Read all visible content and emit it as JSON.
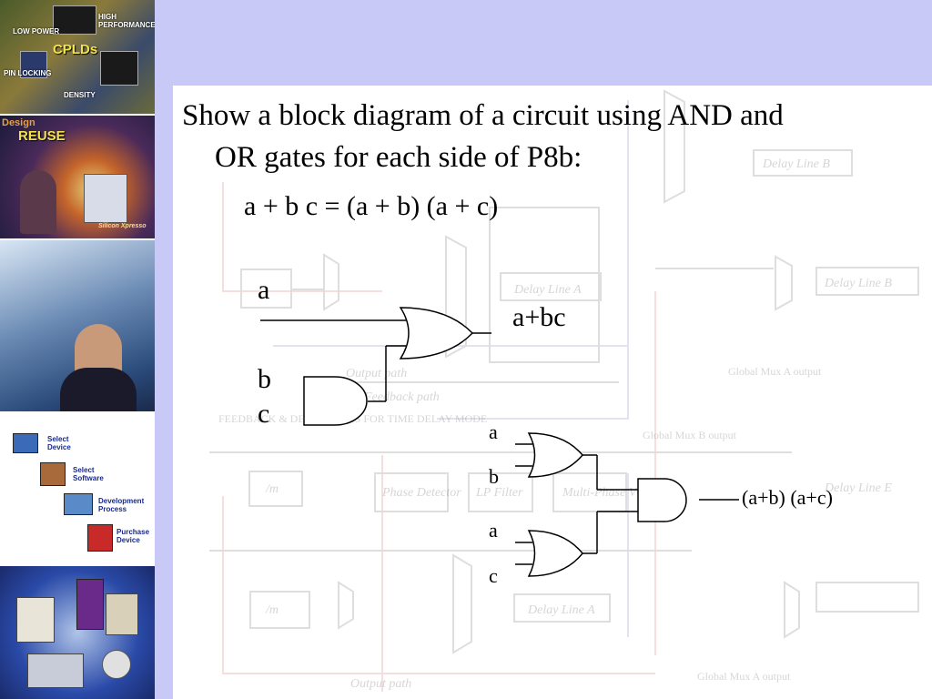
{
  "slide": {
    "title_line1": "Show a block diagram of a circuit using AND and",
    "title_line2": "OR gates for each side of  P8b:",
    "equation": "a + b c = (a + b) (a + c)"
  },
  "sidebar": {
    "panel1": {
      "low_power": "LOW POWER",
      "cplds": "CPLDs",
      "pin_locking": "PIN LOCKING",
      "density": "DENSITY",
      "high_performance": "HIGH PERFORMANCE"
    },
    "panel2": {
      "design": "Design",
      "reuse": "REUSE",
      "silicon": "Silicon Xpresso"
    },
    "panel4": {
      "step1": "Select Device",
      "step2": "Select Software",
      "step3": "Development Process",
      "step4": "Purchase Device"
    }
  },
  "diagram_left": {
    "input_a": "a",
    "input_b": "b",
    "input_c": "c",
    "output": "a+bc"
  },
  "diagram_right": {
    "input_a1": "a",
    "input_b": "b",
    "input_a2": "a",
    "input_c": "c",
    "output": "(a+b) (a+c)"
  },
  "background_schematic": {
    "labels": [
      "Delay Line B",
      "Delay Line A",
      "Delay Line B",
      "Output path",
      "Feedback path",
      "FEEDBACK & DELAY PATHS FOR TIME DELAY MODE",
      "Global Mux B output",
      "Phase Detector",
      "LP Filter",
      "Multi-Phase VCO",
      "Delay Line E",
      "Delay Line A",
      "Global Mux A output",
      "Output path",
      "Global Mux A output",
      "/m",
      "/m"
    ]
  }
}
